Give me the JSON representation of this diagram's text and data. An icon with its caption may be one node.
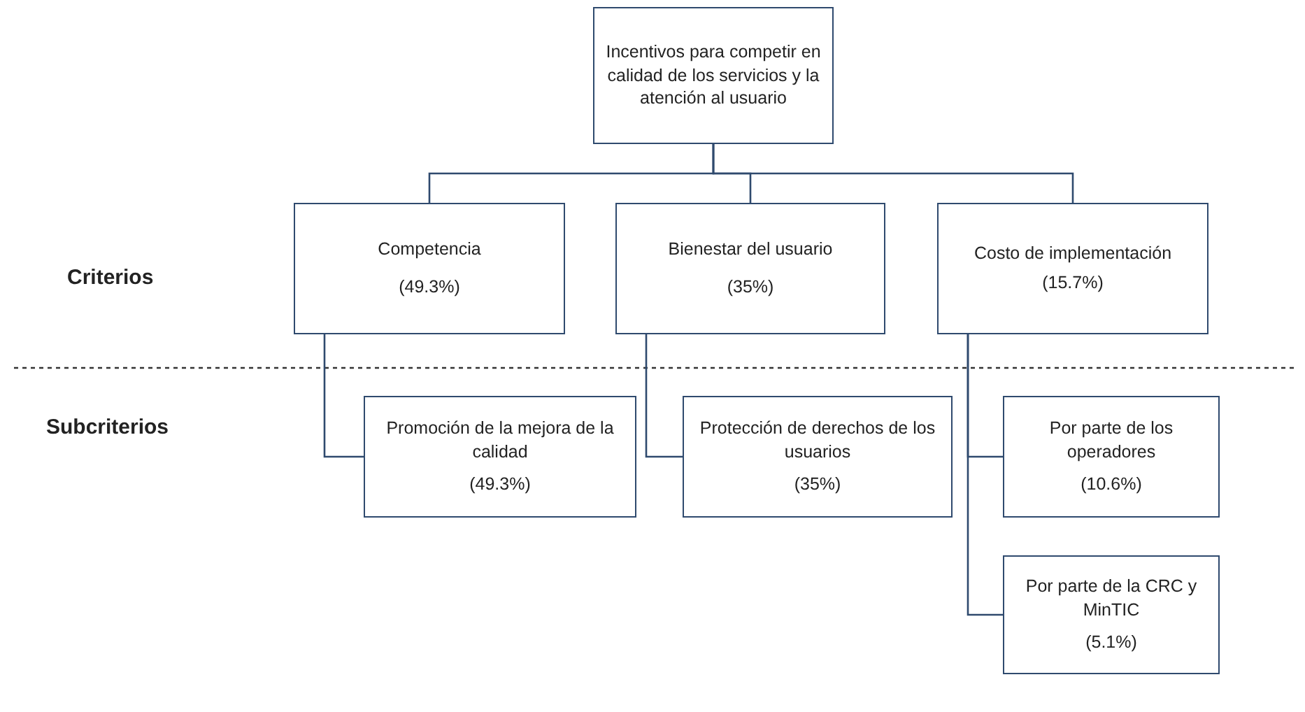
{
  "diagram": {
    "nodes": [
      {
        "text": [
          "Incentivos para competir en calidad de los servicios y la atención al usuario"
        ]
      },
      {
        "text": [
          "Competencia",
          "(49.3%)"
        ]
      },
      {
        "text": [
          "Bienestar del usuario",
          "(35%)"
        ]
      },
      {
        "text": [
          "Costo de implementación",
          "(15.7%)"
        ]
      },
      {
        "text": [
          "Promoción de la mejora de la calidad",
          "(49.3%)"
        ]
      },
      {
        "text": [
          "Protección de derechos de los usuarios",
          "(35%)"
        ]
      },
      {
        "text": [
          "Por parte de los operadores",
          "(10.6%)"
        ]
      },
      {
        "text": [
          "Por parte de la CRC y MinTIC",
          "(5.1%)"
        ]
      }
    ],
    "edges": [
      {
        "from": 0,
        "to": 1,
        "arrow": "none"
      },
      {
        "from": 0,
        "to": 2,
        "arrow": "none"
      },
      {
        "from": 0,
        "to": 3,
        "arrow": "none"
      },
      {
        "from": 1,
        "to": 4,
        "arrow": "none"
      },
      {
        "from": 2,
        "to": 5,
        "arrow": "none"
      },
      {
        "from": 3,
        "to": 6,
        "arrow": "none"
      },
      {
        "from": 3,
        "to": 7,
        "arrow": "none"
      }
    ],
    "labels": [
      "Criterios",
      "Subcriterios"
    ]
  }
}
